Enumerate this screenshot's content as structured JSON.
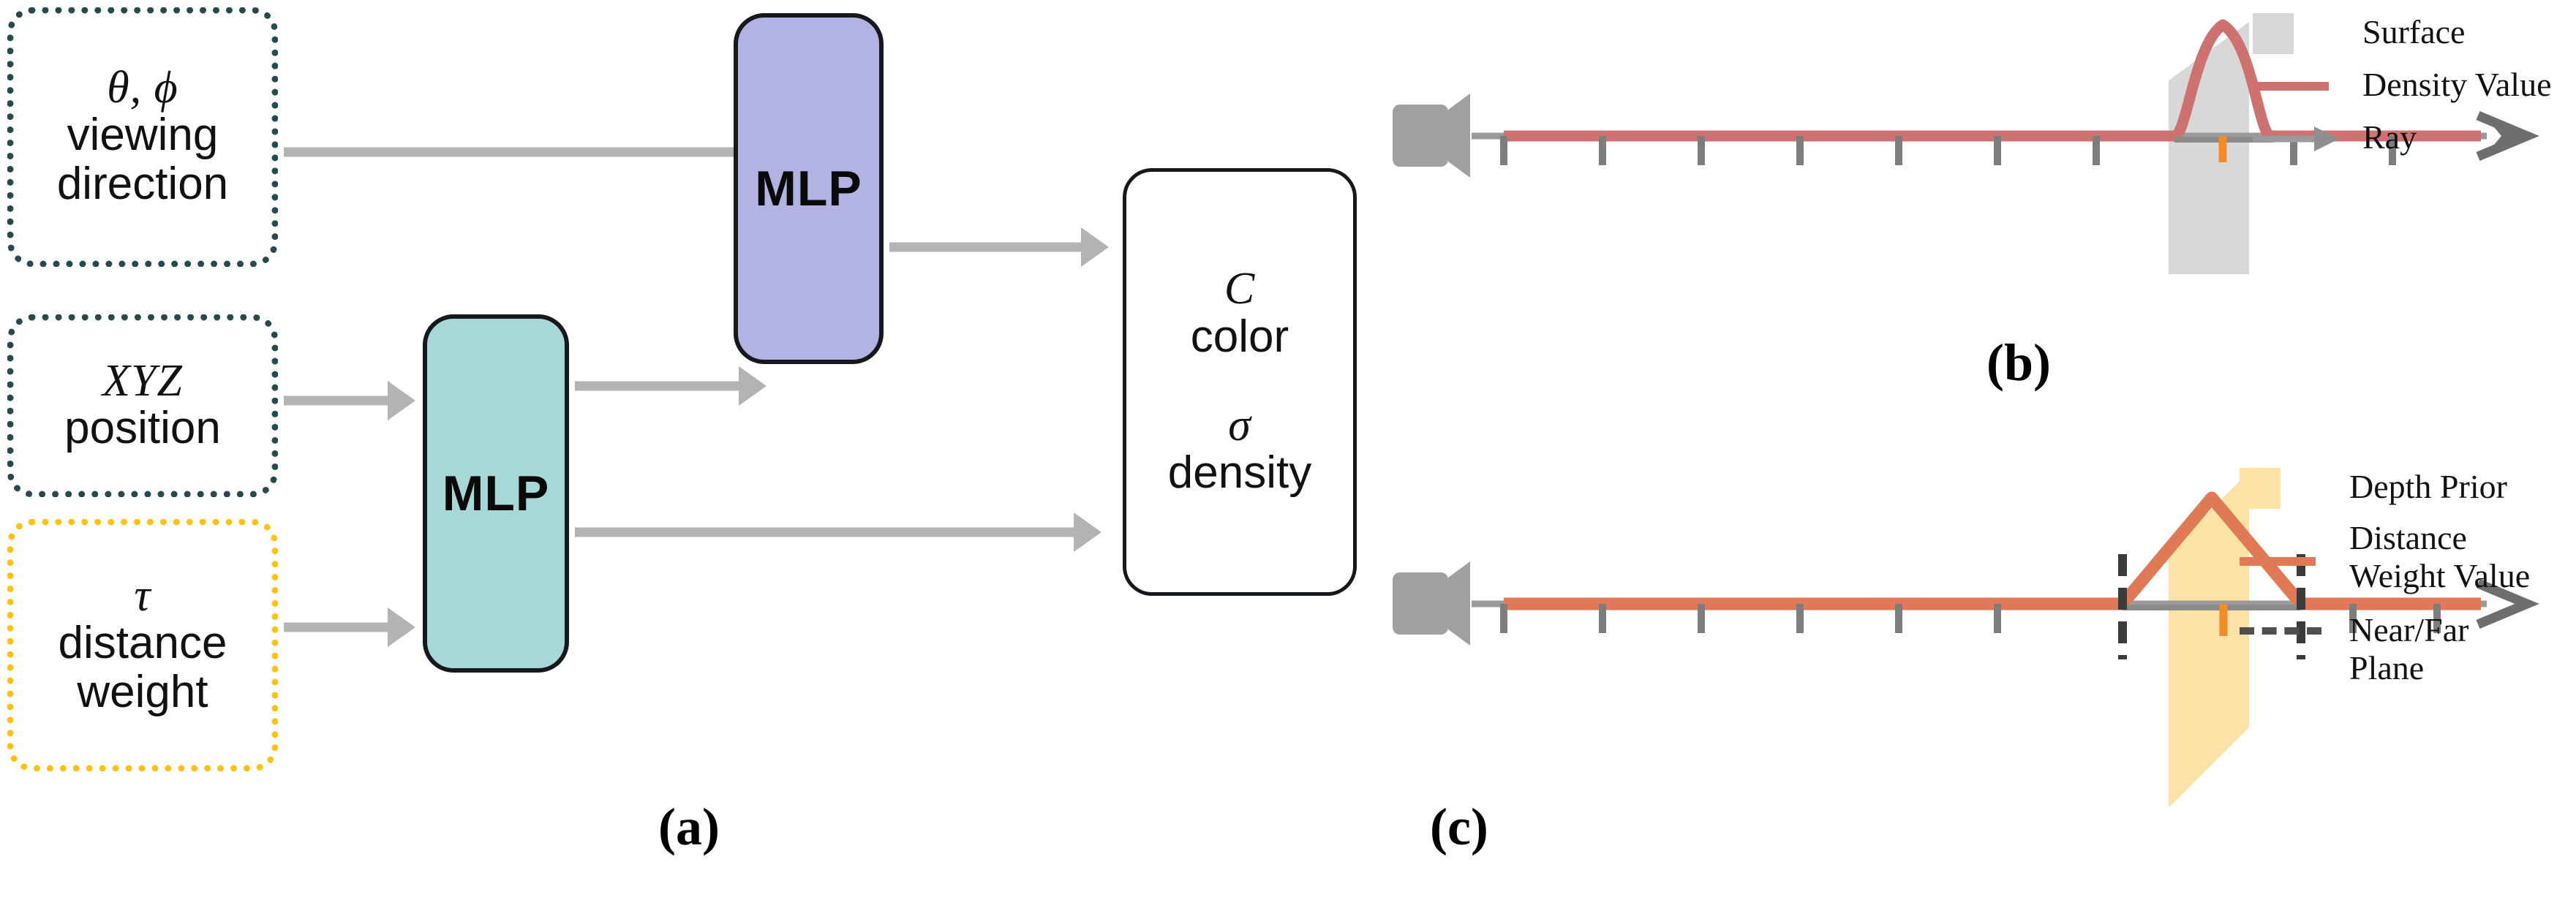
{
  "figure": {
    "panels": [
      {
        "id": "a",
        "label": "(a)"
      },
      {
        "id": "b",
        "label": "(b)"
      },
      {
        "id": "c",
        "label": "(c)"
      }
    ]
  },
  "panel_a": {
    "inputs": [
      {
        "name": "viewing-direction",
        "symbol": "θ, ϕ",
        "line1": "viewing",
        "line2": "direction",
        "border_color": "#274a4f",
        "border_style": "dotted"
      },
      {
        "name": "xyz-position",
        "symbol": "XYZ",
        "line1": "position",
        "line2": "",
        "border_color": "#274a4f",
        "border_style": "dotted"
      },
      {
        "name": "distance-weight",
        "symbol": "τ",
        "line1": "distance",
        "line2": "weight",
        "border_color": "#ffc114",
        "border_style": "dotted"
      }
    ],
    "mlp_blocks": [
      {
        "name": "mlp-geometry",
        "label": "MLP",
        "fill": "#a8d7d7"
      },
      {
        "name": "mlp-appearance",
        "label": "MLP",
        "fill": "#b3b3e3"
      }
    ],
    "output": {
      "color_symbol": "C",
      "color_label": "color",
      "density_symbol": "σ",
      "density_label": "density"
    },
    "arrow_color": "#b3b3b3"
  },
  "panel_b": {
    "legend": [
      {
        "name": "surface",
        "label": "Surface",
        "key": "swatch",
        "color": "#d8d8d8"
      },
      {
        "name": "density-value",
        "label": "Density Value",
        "key": "line",
        "color": "#cd7171"
      },
      {
        "name": "ray",
        "label": "Ray",
        "key": "arrow",
        "color": "#9a9a9a"
      }
    ],
    "camera_color": "#a0a0a0",
    "axis_color": "#8c8c8c",
    "tick_color": "#7d7d7d",
    "surface_color": "#d8d8d8",
    "curve_color": "#cd7171",
    "sample_marker_color": "#f28b2b",
    "tick_count": 10
  },
  "panel_c": {
    "legend": [
      {
        "name": "depth-prior",
        "label": "Depth Prior",
        "key": "swatch",
        "color": "#fbe2a6"
      },
      {
        "name": "distance-weight-value",
        "label": "Distance\nWeight Value",
        "key": "line",
        "color": "#e07a56"
      },
      {
        "name": "near-far-plane",
        "label": "Near/Far\nPlane",
        "key": "dash",
        "color": "#4f4f4f"
      }
    ],
    "camera_color": "#a0a0a0",
    "axis_color": "#8c8c8c",
    "tick_color": "#7d7d7d",
    "prior_color": "#fbe2a6",
    "curve_color": "#e07a56",
    "plane_color": "#3c3c3c",
    "sample_marker_color": "#f28b2b",
    "tick_count": 10
  }
}
